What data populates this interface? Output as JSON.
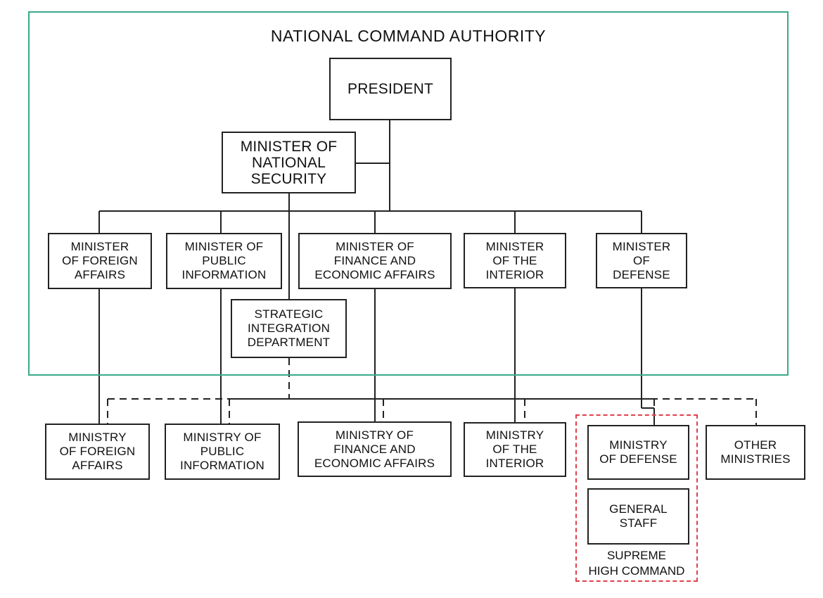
{
  "diagram": {
    "title": "NATIONAL COMMAND AUTHORITY",
    "nodes": {
      "president": "PRESIDENT",
      "minister_national_security": "MINISTER OF\nNATIONAL\nSECURITY",
      "minister_foreign_affairs": "MINISTER\nOF FOREIGN\nAFFAIRS",
      "minister_public_information": "MINISTER OF\nPUBLIC\nINFORMATION",
      "minister_finance": "MINISTER OF\nFINANCE AND\nECONOMIC AFFAIRS",
      "minister_interior": "MINISTER\nOF THE\nINTERIOR",
      "minister_defense": "MINISTER\nOF\nDEFENSE",
      "strategic_integration": "STRATEGIC\nINTEGRATION\nDEPARTMENT",
      "ministry_foreign_affairs": "MINISTRY\nOF FOREIGN\nAFFAIRS",
      "ministry_public_information": "MINISTRY OF\nPUBLIC\nINFORMATION",
      "ministry_finance": "MINISTRY OF\nFINANCE AND\nECONOMIC AFFAIRS",
      "ministry_interior": "MINISTRY\nOF THE\nINTERIOR",
      "ministry_defense": "MINISTRY\nOF DEFENSE",
      "general_staff": "GENERAL\nSTAFF",
      "other_ministries": "OTHER\nMINISTRIES"
    },
    "supreme_high_command": "SUPREME\nHIGH COMMAND",
    "colors": {
      "nca_frame": "#3aaa8a",
      "shc_frame": "#e0404a",
      "lines": "#222222"
    }
  }
}
